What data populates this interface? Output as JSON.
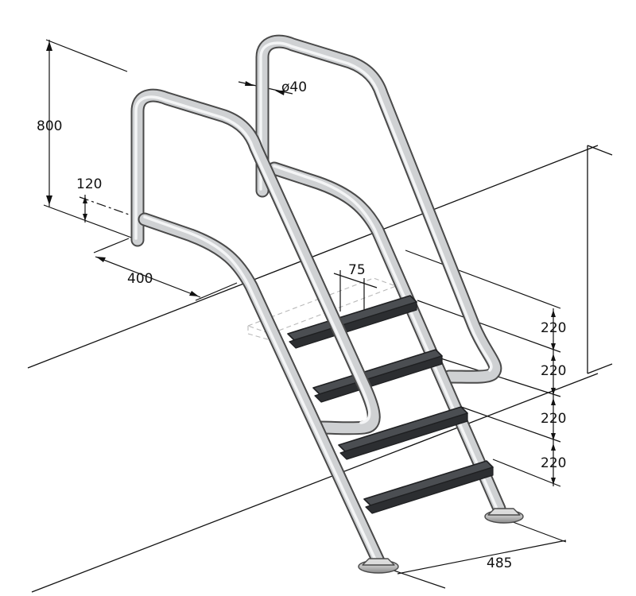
{
  "colors": {
    "tube_outline": "#4a4a4a",
    "tube_body": "#cfd1d3",
    "tube_highlight": "#f4f5f6",
    "tread": "#4b4e52",
    "tread_edge": "#1f2022",
    "dimension_ink": "#111111"
  },
  "dimensions": {
    "handrail_height": "800",
    "rail_overhang": "120",
    "deck_reach": "400",
    "tube_diameter": "ø40",
    "tread_depth": "75",
    "step_spacing": [
      "220",
      "220",
      "220",
      "220"
    ],
    "ladder_width": "485"
  }
}
